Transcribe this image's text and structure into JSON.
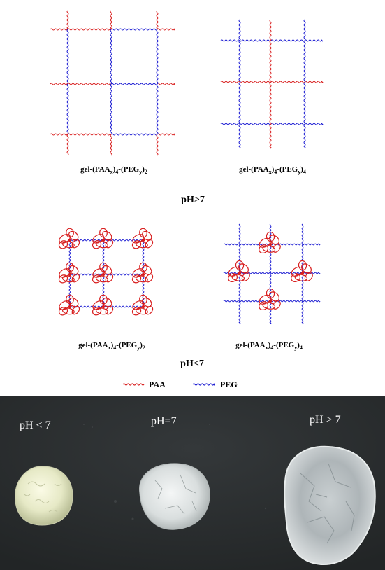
{
  "colors": {
    "paa": "#d81e1e",
    "peg": "#1b1bd2",
    "photo_bg": "#2a2d2e"
  },
  "top_left": {
    "label_prefix": "gel-(PAA",
    "label_sub1": "x",
    "label_mid1": ")",
    "label_sub2": "4",
    "label_mid2": "-(PEG",
    "label_sub3": "y",
    "label_mid3": ")",
    "label_sub4": "2"
  },
  "top_right": {
    "label_prefix": "gel-(PAA",
    "label_sub1": "x",
    "label_mid1": ")",
    "label_sub2": "4",
    "label_mid2": "-(PEG",
    "label_sub3": "y",
    "label_mid3": ")",
    "label_sub4": "4"
  },
  "condition_high": "pH>7",
  "bottom_left": {
    "label_prefix": "gel-(PAA",
    "label_sub1": "x",
    "label_mid1": ")",
    "label_sub2": "4",
    "label_mid2": "-(PEG",
    "label_sub3": "y",
    "label_mid3": ")",
    "label_sub4": "2"
  },
  "bottom_right": {
    "label_prefix": "gel-(PAA",
    "label_sub1": "x",
    "label_mid1": ")",
    "label_sub2": "4",
    "label_mid2": "-(PEG",
    "label_sub3": "y",
    "label_mid3": ")",
    "label_sub4": "4"
  },
  "condition_low": "pH<7",
  "legend": {
    "paa": "PAA",
    "peg": "PEG"
  },
  "photo": {
    "label_acid": "pH < 7",
    "label_neutral": "pH=7",
    "label_base": "pH > 7"
  }
}
